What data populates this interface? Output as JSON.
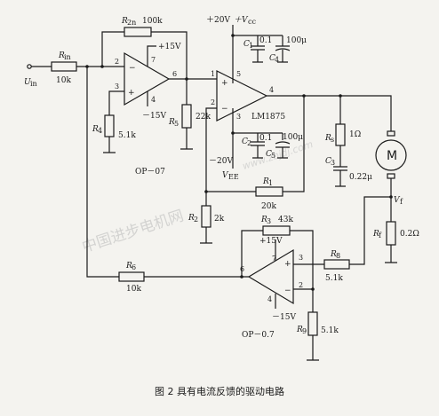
{
  "caption": "图 2  具有电流反馈的驱动电路",
  "watermark": {
    "text": "中国进步电机网",
    "url": "www.zbjdj.com"
  },
  "input": {
    "label": "U",
    "subscript": "in"
  },
  "opamps": {
    "op07": {
      "name": "OP－07",
      "vpos": "+15V",
      "vneg": "－15V",
      "pin_inv": "2",
      "pin_noninv": "3",
      "pin_out": "6",
      "pin_vpos": "7",
      "pin_vneg": "4"
    },
    "lm1875": {
      "name": "LM1875",
      "pin_noninv": "1",
      "pin_inv": "2",
      "pin_out": "4",
      "pin_vpos": "5",
      "pin_vneg": "3"
    },
    "op07b": {
      "name": "OP－0.7",
      "vpos": "+15V",
      "vneg": "－15V",
      "pin_noninv": "3",
      "pin_inv": "2",
      "pin_out": "6",
      "pin_vpos": "7",
      "pin_vneg": "4"
    }
  },
  "supplies": {
    "pos": "＋20V",
    "pos_label": "V",
    "pos_sub": "cc",
    "neg": "－20V",
    "neg_label": "V",
    "neg_sub": "EE"
  },
  "resistors": {
    "rin": {
      "name": "R",
      "sub": "in",
      "value": "10k"
    },
    "rin2": {
      "name": "R",
      "sub": "2n",
      "value": "100k"
    },
    "r4": {
      "name": "R",
      "sub": "4",
      "value": "5.1k"
    },
    "r5": {
      "name": "R",
      "sub": "5",
      "value": "22k"
    },
    "rs": {
      "name": "R",
      "sub": "s",
      "value": "1Ω"
    },
    "r1": {
      "name": "R",
      "sub": "1",
      "value": "20k"
    },
    "r2": {
      "name": "R",
      "sub": "2",
      "value": "2k"
    },
    "r3": {
      "name": "R",
      "sub": "3",
      "value": "43k"
    },
    "r6": {
      "name": "R",
      "sub": "6",
      "value": "10k"
    },
    "r8": {
      "name": "R",
      "sub": "8",
      "value": "5.1k"
    },
    "r9": {
      "name": "R",
      "sub": "9",
      "value": "5.1k"
    },
    "rf": {
      "name": "R",
      "sub": "f",
      "value": "0.2Ω"
    }
  },
  "capacitors": {
    "c1": {
      "name": "C",
      "sub": "1",
      "value": "0.1"
    },
    "c4": {
      "name": "C",
      "sub": "4",
      "value": "100μ"
    },
    "c2": {
      "name": "C",
      "sub": "2",
      "value": "0.1"
    },
    "c5": {
      "name": "C",
      "sub": "5",
      "value": "100μ"
    },
    "c3": {
      "name": "C",
      "sub": "3",
      "value": "0.22μ"
    }
  },
  "motor": {
    "label": "M"
  },
  "feedback_node": {
    "label": "V",
    "sub": "f"
  }
}
